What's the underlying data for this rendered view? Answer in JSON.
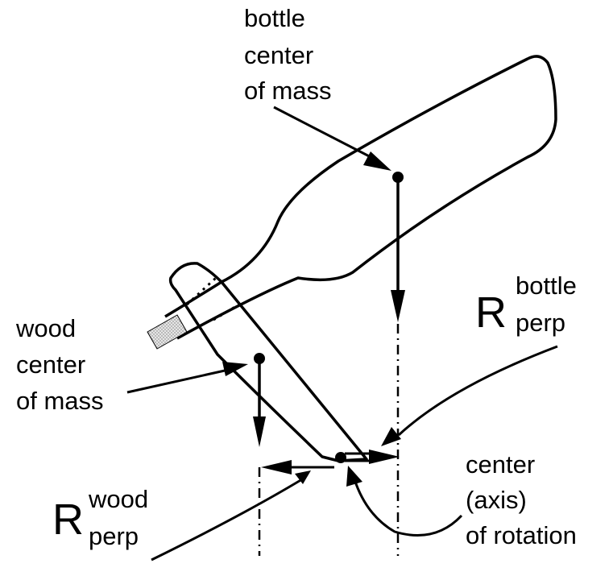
{
  "labels": {
    "bottle_com": [
      "bottle",
      "center",
      "of mass"
    ],
    "wood_com": [
      "wood",
      "center",
      "of mass"
    ],
    "axis": [
      "center",
      "(axis)",
      "of rotation"
    ],
    "r_bottle": {
      "main": "R",
      "superscript": "bottle",
      "subscript": "perp"
    },
    "r_wood": {
      "main": "R",
      "superscript": "wood",
      "subscript": "perp"
    }
  },
  "colors": {
    "ink": "#000000",
    "cork_fill": "#d0d0d0"
  }
}
